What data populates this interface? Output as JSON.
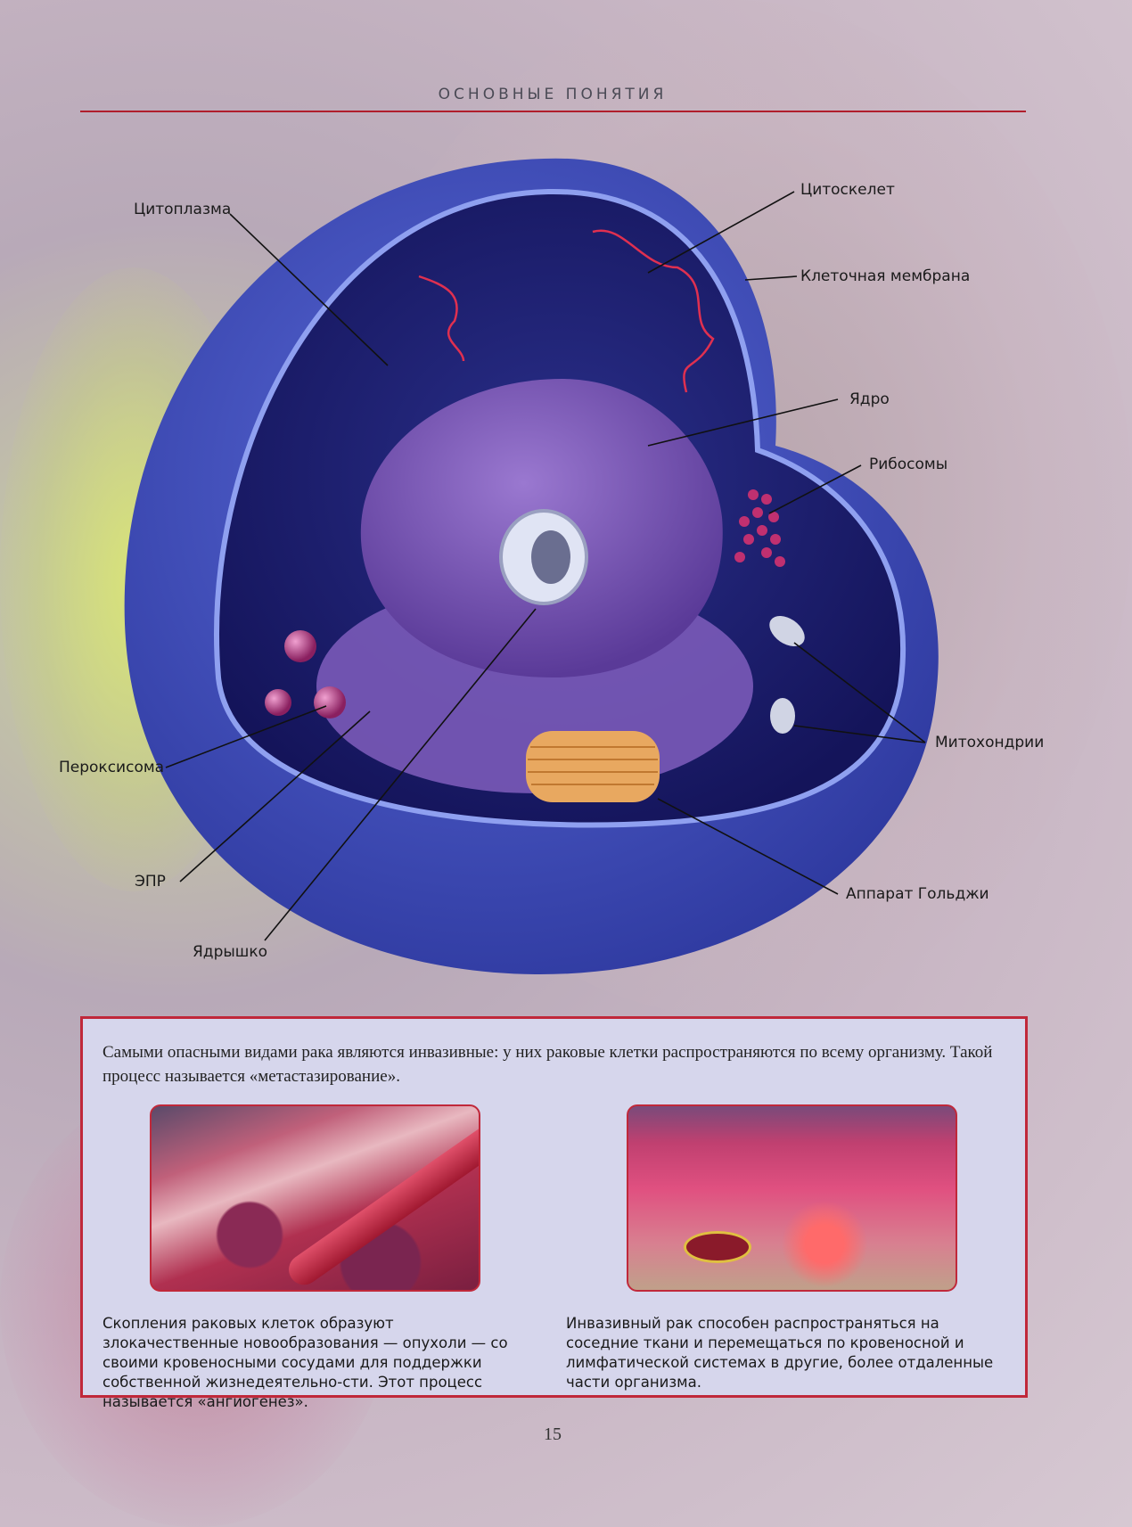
{
  "header": {
    "title": "ОСНОВНЫЕ ПОНЯТИЯ"
  },
  "diagram": {
    "labels": {
      "cytoplasm": "Цитоплазма",
      "cytoskeleton": "Цитоскелет",
      "membrane": "Клеточная мембрана",
      "nucleus": "Ядро",
      "ribosomes": "Рибосомы",
      "mitochondria": "Митохондрии",
      "golgi": "Аппарат Гольджи",
      "peroxisome": "Пероксисома",
      "er": "ЭПР",
      "nucleolus": "Ядрышко"
    },
    "colors": {
      "membrane": "#3e4db8",
      "cytoplasm": "#1e2070",
      "nucleus": "#7a55b8",
      "golgi": "#e8a860",
      "accent": "#b01e2c"
    }
  },
  "infobox": {
    "intro": "Самыми опасными видами рака являются инвазивные: у них раковые клетки распространяются по всему организму. Такой процесс называется «метастазирование».",
    "captions": [
      "Скопления раковых клеток образуют злокачественные новообразования — опухоли — со своими кровеносными сосудами для поддержки собственной жизнедеятельно-сти. Этот процесс называется «ангиогенез».",
      "Инвазивный рак способен распространяться на соседние ткани и перемещаться по кровеносной и лимфатической системах в другие, более отдаленные части организма."
    ]
  },
  "page_number": "15"
}
